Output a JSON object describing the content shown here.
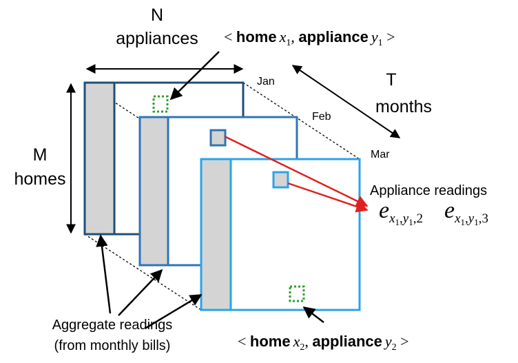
{
  "labels": {
    "n_line1": "N",
    "n_line2": "appliances",
    "m_line1": "M",
    "m_line2": "homes",
    "t_line1": "T",
    "t_line2": "months",
    "month_jan": "Jan",
    "month_feb": "Feb",
    "month_mar": "Mar",
    "appliance_readings": "Appliance readings",
    "aggregate_line1": "Aggregate readings",
    "aggregate_line2": "(from monthly bills)"
  },
  "tuple_top": {
    "open": "< ",
    "home_word": "home",
    "home_var": "x",
    "home_sub": "1",
    "sep": ", ",
    "appl_word": "appliance",
    "appl_var": "y",
    "appl_sub": "1",
    "close": " >"
  },
  "tuple_bottom": {
    "open": "< ",
    "home_word": "home",
    "home_var": "x",
    "home_sub": "2",
    "sep": ", ",
    "appl_word": "appliance",
    "appl_var": "y",
    "appl_sub": "2",
    "close": " >"
  },
  "reading_1": {
    "e": "e",
    "sub_x": "x",
    "sub_x_idx": "1",
    "sub_comma1": ",",
    "sub_y": "y",
    "sub_y_idx": "1",
    "sub_comma2": ",",
    "sub_t": "2"
  },
  "reading_2": {
    "e": "e",
    "sub_x": "x",
    "sub_x_idx": "1",
    "sub_comma1": ",",
    "sub_y": "y",
    "sub_y_idx": "1",
    "sub_comma2": ",",
    "sub_t": "3"
  },
  "colors": {
    "jan_frame": "#1f4e79",
    "feb_frame": "#2e75b6",
    "mar_frame": "#2aa3e8",
    "column_fill": "#d4d4d4",
    "dashed_marker": "#2e9e2e",
    "arrow_red": "#e02020",
    "arrow_black": "#000000"
  }
}
